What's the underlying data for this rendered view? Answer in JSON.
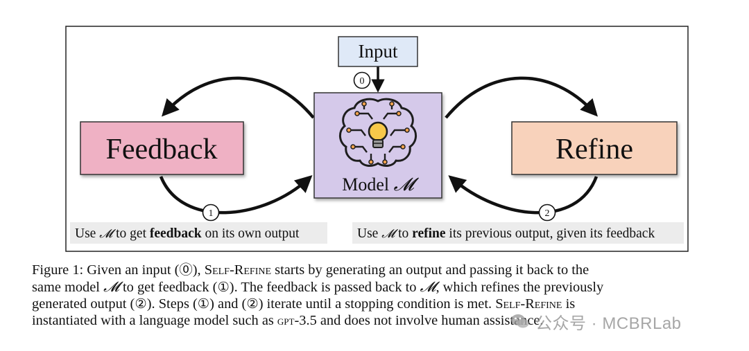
{
  "diagram": {
    "input_label": "Input",
    "feedback_label": "Feedback",
    "refine_label": "Refine",
    "model_label_text": "Model ",
    "model_symbol": "𝓜",
    "step_markers": [
      "0",
      "1",
      "2"
    ],
    "feedback_description": {
      "prefix": "Use ",
      "symbol": "𝓜",
      "middle": " to get ",
      "bold": "feedback",
      "suffix": " on its own output"
    },
    "refine_description": {
      "prefix": "Use ",
      "symbol": "𝓜",
      "middle": " to ",
      "bold": "refine",
      "suffix": " its previous output, given its feedback"
    },
    "colors": {
      "input_fill": "#dfe9f7",
      "feedback_fill": "#efb1c4",
      "model_fill": "#d5c9ea",
      "refine_fill": "#f8d2bb",
      "description_fill": "#ececec",
      "bulb": "#f7c84a"
    },
    "model_icon": "brain-lightbulb-icon"
  },
  "caption": {
    "l1_a": "Figure 1: Given an input (",
    "l1_b": "⓪",
    "l1_c": "), ",
    "l1_d": "Self-Refine",
    "l1_e": " starts by generating an output and passing it back to the",
    "l2_a": "same model ",
    "l2_b": "𝓜",
    "l2_c": " to get feedback (",
    "l2_d": "①",
    "l2_e": "). The feedback is passed back to ",
    "l2_f": "𝓜",
    "l2_g": ", which refines the previously",
    "l3_a": "generated output (",
    "l3_b": "②",
    "l3_c": "). Steps (",
    "l3_d": "①",
    "l3_e": ") and (",
    "l3_f": "②",
    "l3_g": ") iterate until a stopping condition is met. ",
    "l3_h": "Self-Refine",
    "l3_i": " is",
    "l4_a": "instantiated with a language model such as ",
    "l4_b": "gpt",
    "l4_c": "-3.5 and does not involve human assistance."
  },
  "watermark": {
    "text": "公众号 · MCBRLab",
    "icon": "wechat-icon"
  }
}
